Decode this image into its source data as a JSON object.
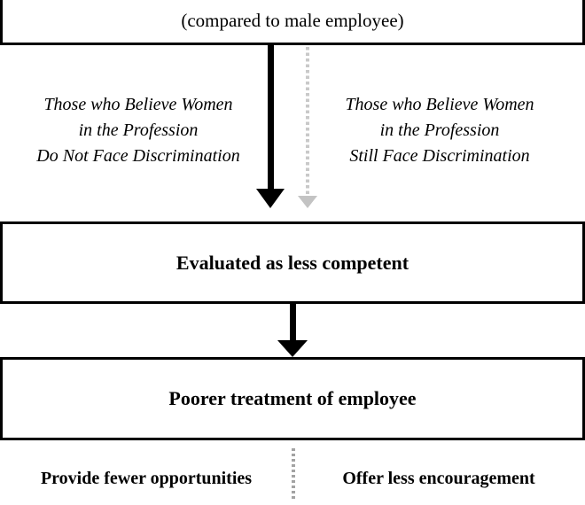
{
  "diagram": {
    "top_box": {
      "label": "(compared to male employee)"
    },
    "branches": {
      "left": {
        "lines": [
          "Those who Believe Women",
          "in the Profession",
          "Do Not Face Discrimination"
        ]
      },
      "right": {
        "lines": [
          "Those who Believe Women",
          "in the Profession",
          "Still Face Discrimination"
        ]
      }
    },
    "middle_box": {
      "label": "Evaluated as less competent"
    },
    "bottom_box": {
      "label": "Poorer treatment of employee"
    },
    "outcomes": {
      "left": "Provide fewer opportunities",
      "right": "Offer less encouragement"
    },
    "colors": {
      "background": "#ffffff",
      "text": "#000000",
      "box_border": "#000000",
      "solid_arrow": "#000000",
      "dotted_arrow_stem": "#c9c9c9",
      "dotted_arrow_head": "#c3c3c3",
      "bottom_dotted_line": "#a3a3a3"
    }
  }
}
